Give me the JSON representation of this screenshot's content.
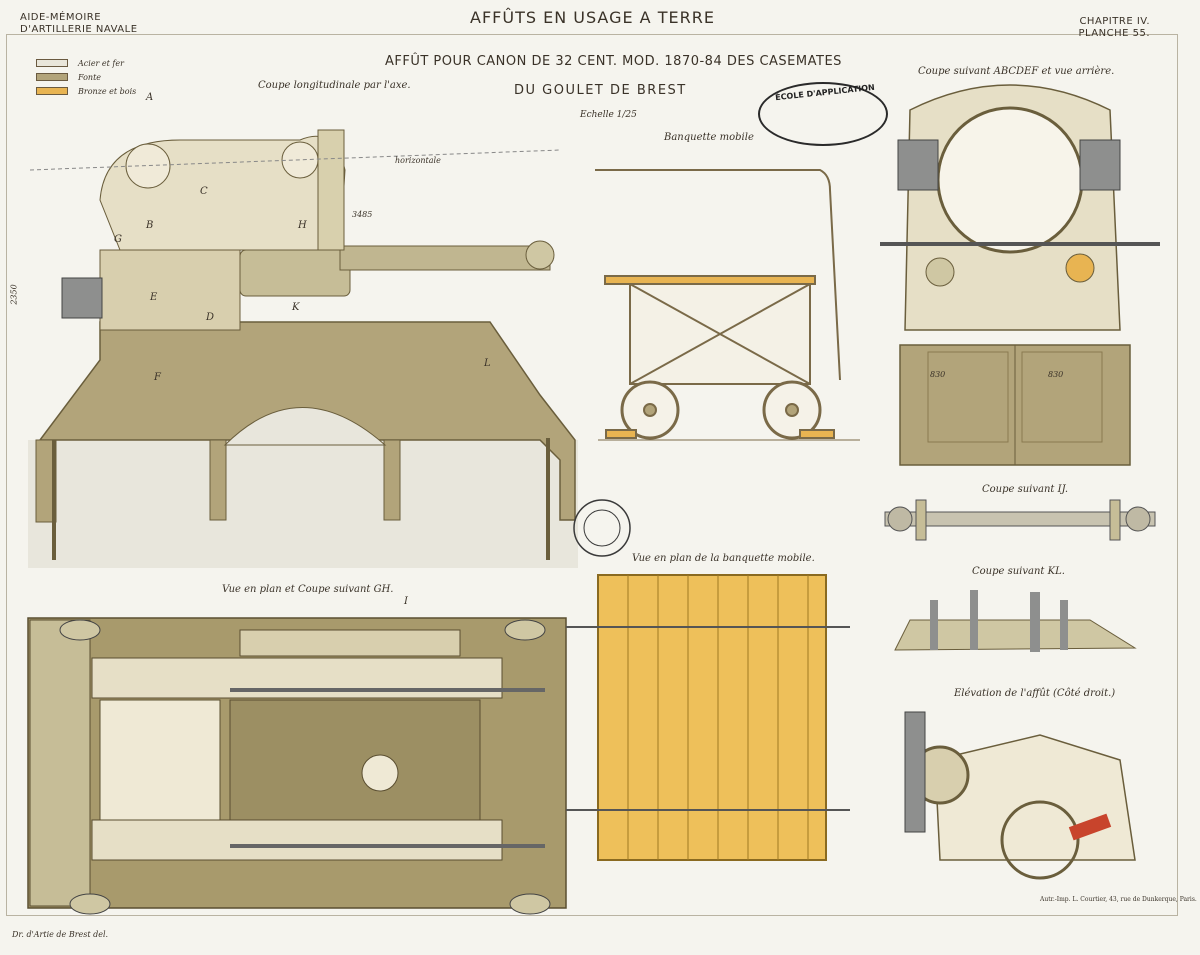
{
  "header": {
    "left_line1": "AIDE-MÉMOIRE",
    "left_line2": "D'ARTILLERIE NAVALE",
    "title": "AFFÛTS EN USAGE A TERRE",
    "chapter": "CHAPITRE IV.",
    "plate": "PLANCHE 55."
  },
  "titles": {
    "line1": "AFFÛT POUR CANON DE 32 CENT. MOD. 1870-84 DES CASEMATES",
    "line2": "DU GOULET DE BREST",
    "scale": "Echelle 1/25"
  },
  "legend": [
    "Acier et fer",
    "Fonte",
    "Bronze et bois"
  ],
  "captions": {
    "longitudinal": "Coupe longitudinale par l'axe.",
    "bench": "Banquette mobile",
    "abcdef": "Coupe suivant ABCDEF et vue arrière.",
    "ij": "Coupe suivant IJ.",
    "kl": "Coupe suivant KL.",
    "elevation": "Elévation de l'affût (Côté droit.)",
    "plan_gh": "Vue en plan et Coupe suivant GH.",
    "plan_bench": "Vue en plan de la banquette mobile."
  },
  "letters": [
    "A",
    "B",
    "C",
    "D",
    "E",
    "F",
    "G",
    "H",
    "I",
    "K",
    "L"
  ],
  "labels": {
    "horizontal": "horizontale",
    "dim_3485": "3485",
    "dim_2350": "2350",
    "dim_830a": "830",
    "dim_830b": "830"
  },
  "stamp": {
    "text": "ÉCOLE D'APPLICATION"
  },
  "footer": {
    "left": "Dr. d'Artie de Brest del.",
    "right": "Autr.-Imp. L. Courtier, 43, rue de Dunkerque, Paris."
  },
  "colors": {
    "paper": "#f5f4ee",
    "cast_iron": "#b2a47a",
    "bronze_wood": "#e8b452",
    "steel_iron": "#e9e6da"
  }
}
